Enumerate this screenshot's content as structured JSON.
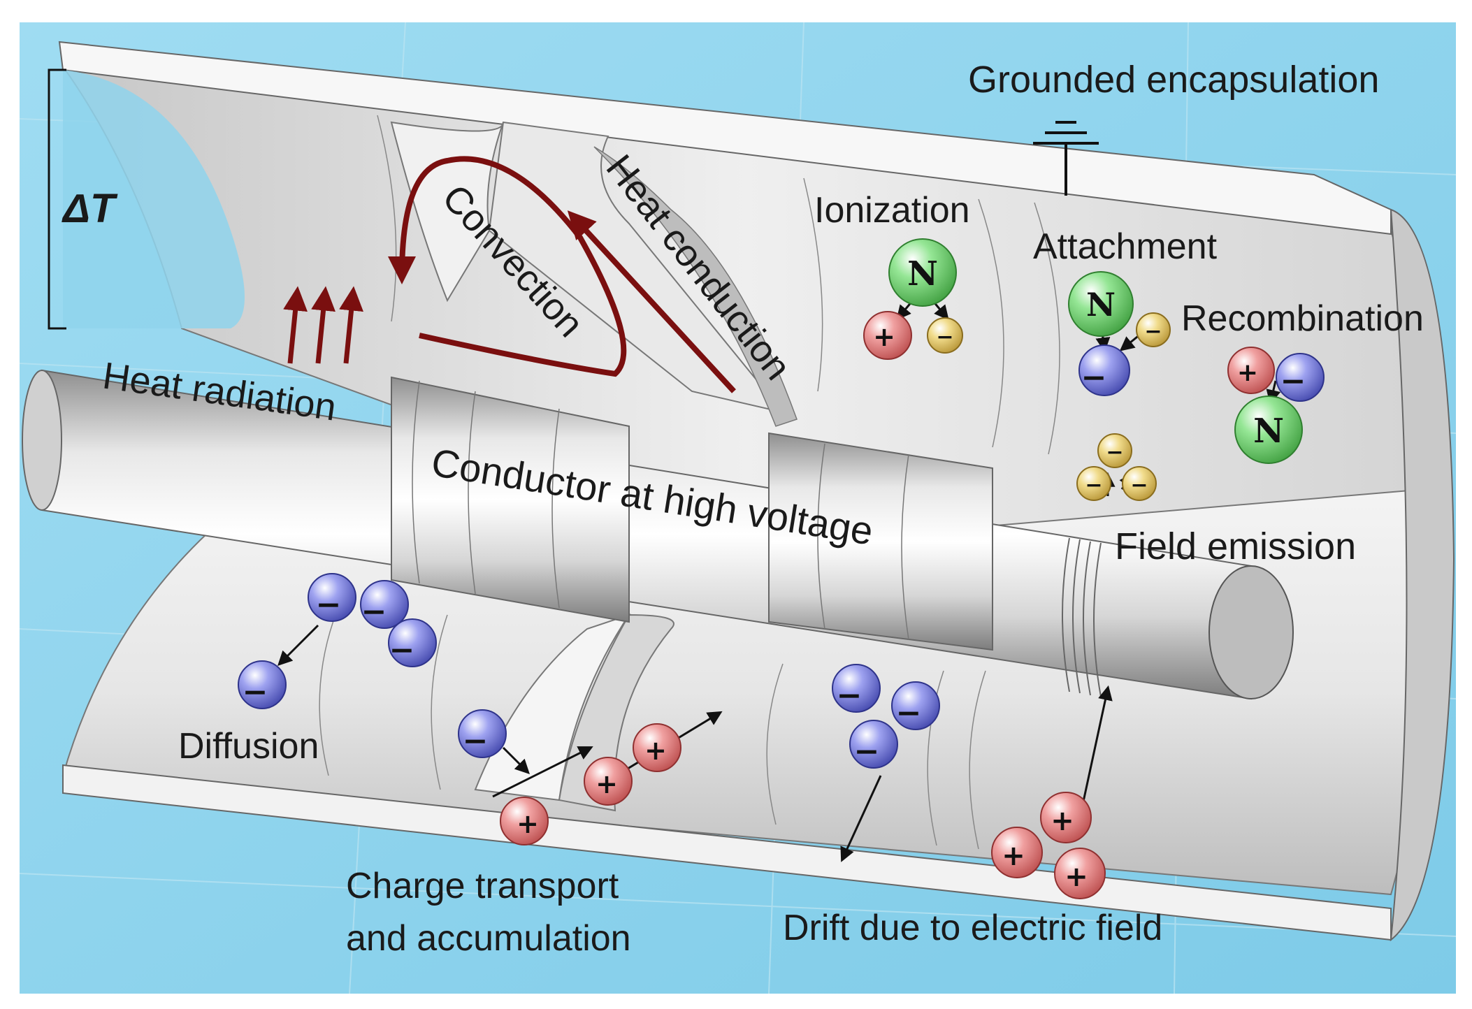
{
  "labels": {
    "delta_t": "ΔT",
    "grounded": "Grounded encapsulation",
    "heat_radiation": "Heat radiation",
    "convection": "Convection",
    "heat_conduction": "Heat conduction",
    "ionization": "Ionization",
    "attachment": "Attachment",
    "recombination": "Recombination",
    "conductor": "Conductor at high voltage",
    "field_emission": "Field emission",
    "diffusion": "Diffusion",
    "charge_transport_1": "Charge transport",
    "charge_transport_2": "and accumulation",
    "drift": "Drift due to electric field"
  },
  "symbols": {
    "positive": "+",
    "negative": "−",
    "neutral": "N"
  },
  "colors": {
    "background": "#8fd3ec",
    "positive_ion": "#e57b7b",
    "negative_ion": "#6f74d8",
    "electron": "#e3c766",
    "neutral": "#6fd26f",
    "heat_arrow": "#7a0f0f",
    "metal": "#d9d9d9"
  }
}
